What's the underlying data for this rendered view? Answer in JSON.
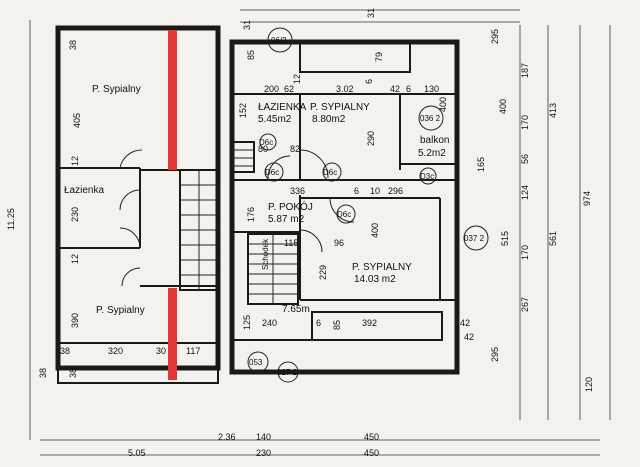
{
  "rooms": {
    "bedroom_top_left": "P. Sypialny",
    "bathroom_left": "Łazienka",
    "bedroom_bottom_left": "P. Sypialny",
    "bathroom_center": "ŁAZIENKA",
    "bathroom_center_area": "5.45m2",
    "bedroom_top_right": "P. SYPIALNY",
    "bedroom_top_right_area": "8.80m2",
    "balcony": "balkon",
    "balcony_area": "5.2m2",
    "room_center": "P. POKÓJ",
    "room_center_area": "5.87 m2",
    "bedroom_right": "P. SYPIALNY",
    "bedroom_right_area": "14.03 m2",
    "stair_area": "7.65m",
    "stair_label": "Schodek"
  },
  "tags": {
    "t062": "06/2",
    "t036": "036 2",
    "t037": "037 2",
    "t053": "053",
    "t027": "027 2",
    "d1": "D6c",
    "d2": "D6c",
    "d3": "D6c",
    "d4": "D6c",
    "d5": "D3c"
  },
  "dims_left": {
    "d38a": "38",
    "d405": "405",
    "d12a": "12",
    "d230": "230",
    "d12b": "12",
    "d390": "390",
    "d38b": "38",
    "d38c": "38",
    "d1125": "11.25"
  },
  "dims_bottom_row": {
    "d38": "38",
    "d320": "320",
    "d30": "30",
    "d117": "117"
  },
  "dims_bottom": {
    "d505": "5.05",
    "d236": "2.36",
    "d140": "140",
    "d450a": "450",
    "d230": "230",
    "d450b": "450"
  },
  "dims_top": {
    "d31a": "31",
    "d85": "85",
    "d31b": "31",
    "d295": "295",
    "d200": "200",
    "d302": "3.02",
    "d6a": "6",
    "d130": "130",
    "d79": "79",
    "d62a": "62",
    "d12": "12",
    "d42": "42",
    "d6b": "6"
  },
  "dims_center": {
    "d152": "152",
    "d80": "80",
    "d82": "82",
    "d290": "290",
    "d336": "336",
    "d6c": "6",
    "d10": "10",
    "d296": "296",
    "d176": "176",
    "d400": "400",
    "d96": "96",
    "d115": "115",
    "d229": "229",
    "d240": "240",
    "d125": "125",
    "d6d": "6",
    "d85": "85",
    "d392": "392",
    "d42": "42",
    "d400b": "400",
    "d165": "165"
  },
  "dims_right": {
    "d187": "187",
    "d400": "400",
    "d170a": "170",
    "d413": "413",
    "d56": "56",
    "d124": "124",
    "d974": "974",
    "d515": "515",
    "d170b": "170",
    "d561": "561",
    "d267": "267",
    "d42": "42",
    "d295": "295",
    "d120": "120"
  }
}
